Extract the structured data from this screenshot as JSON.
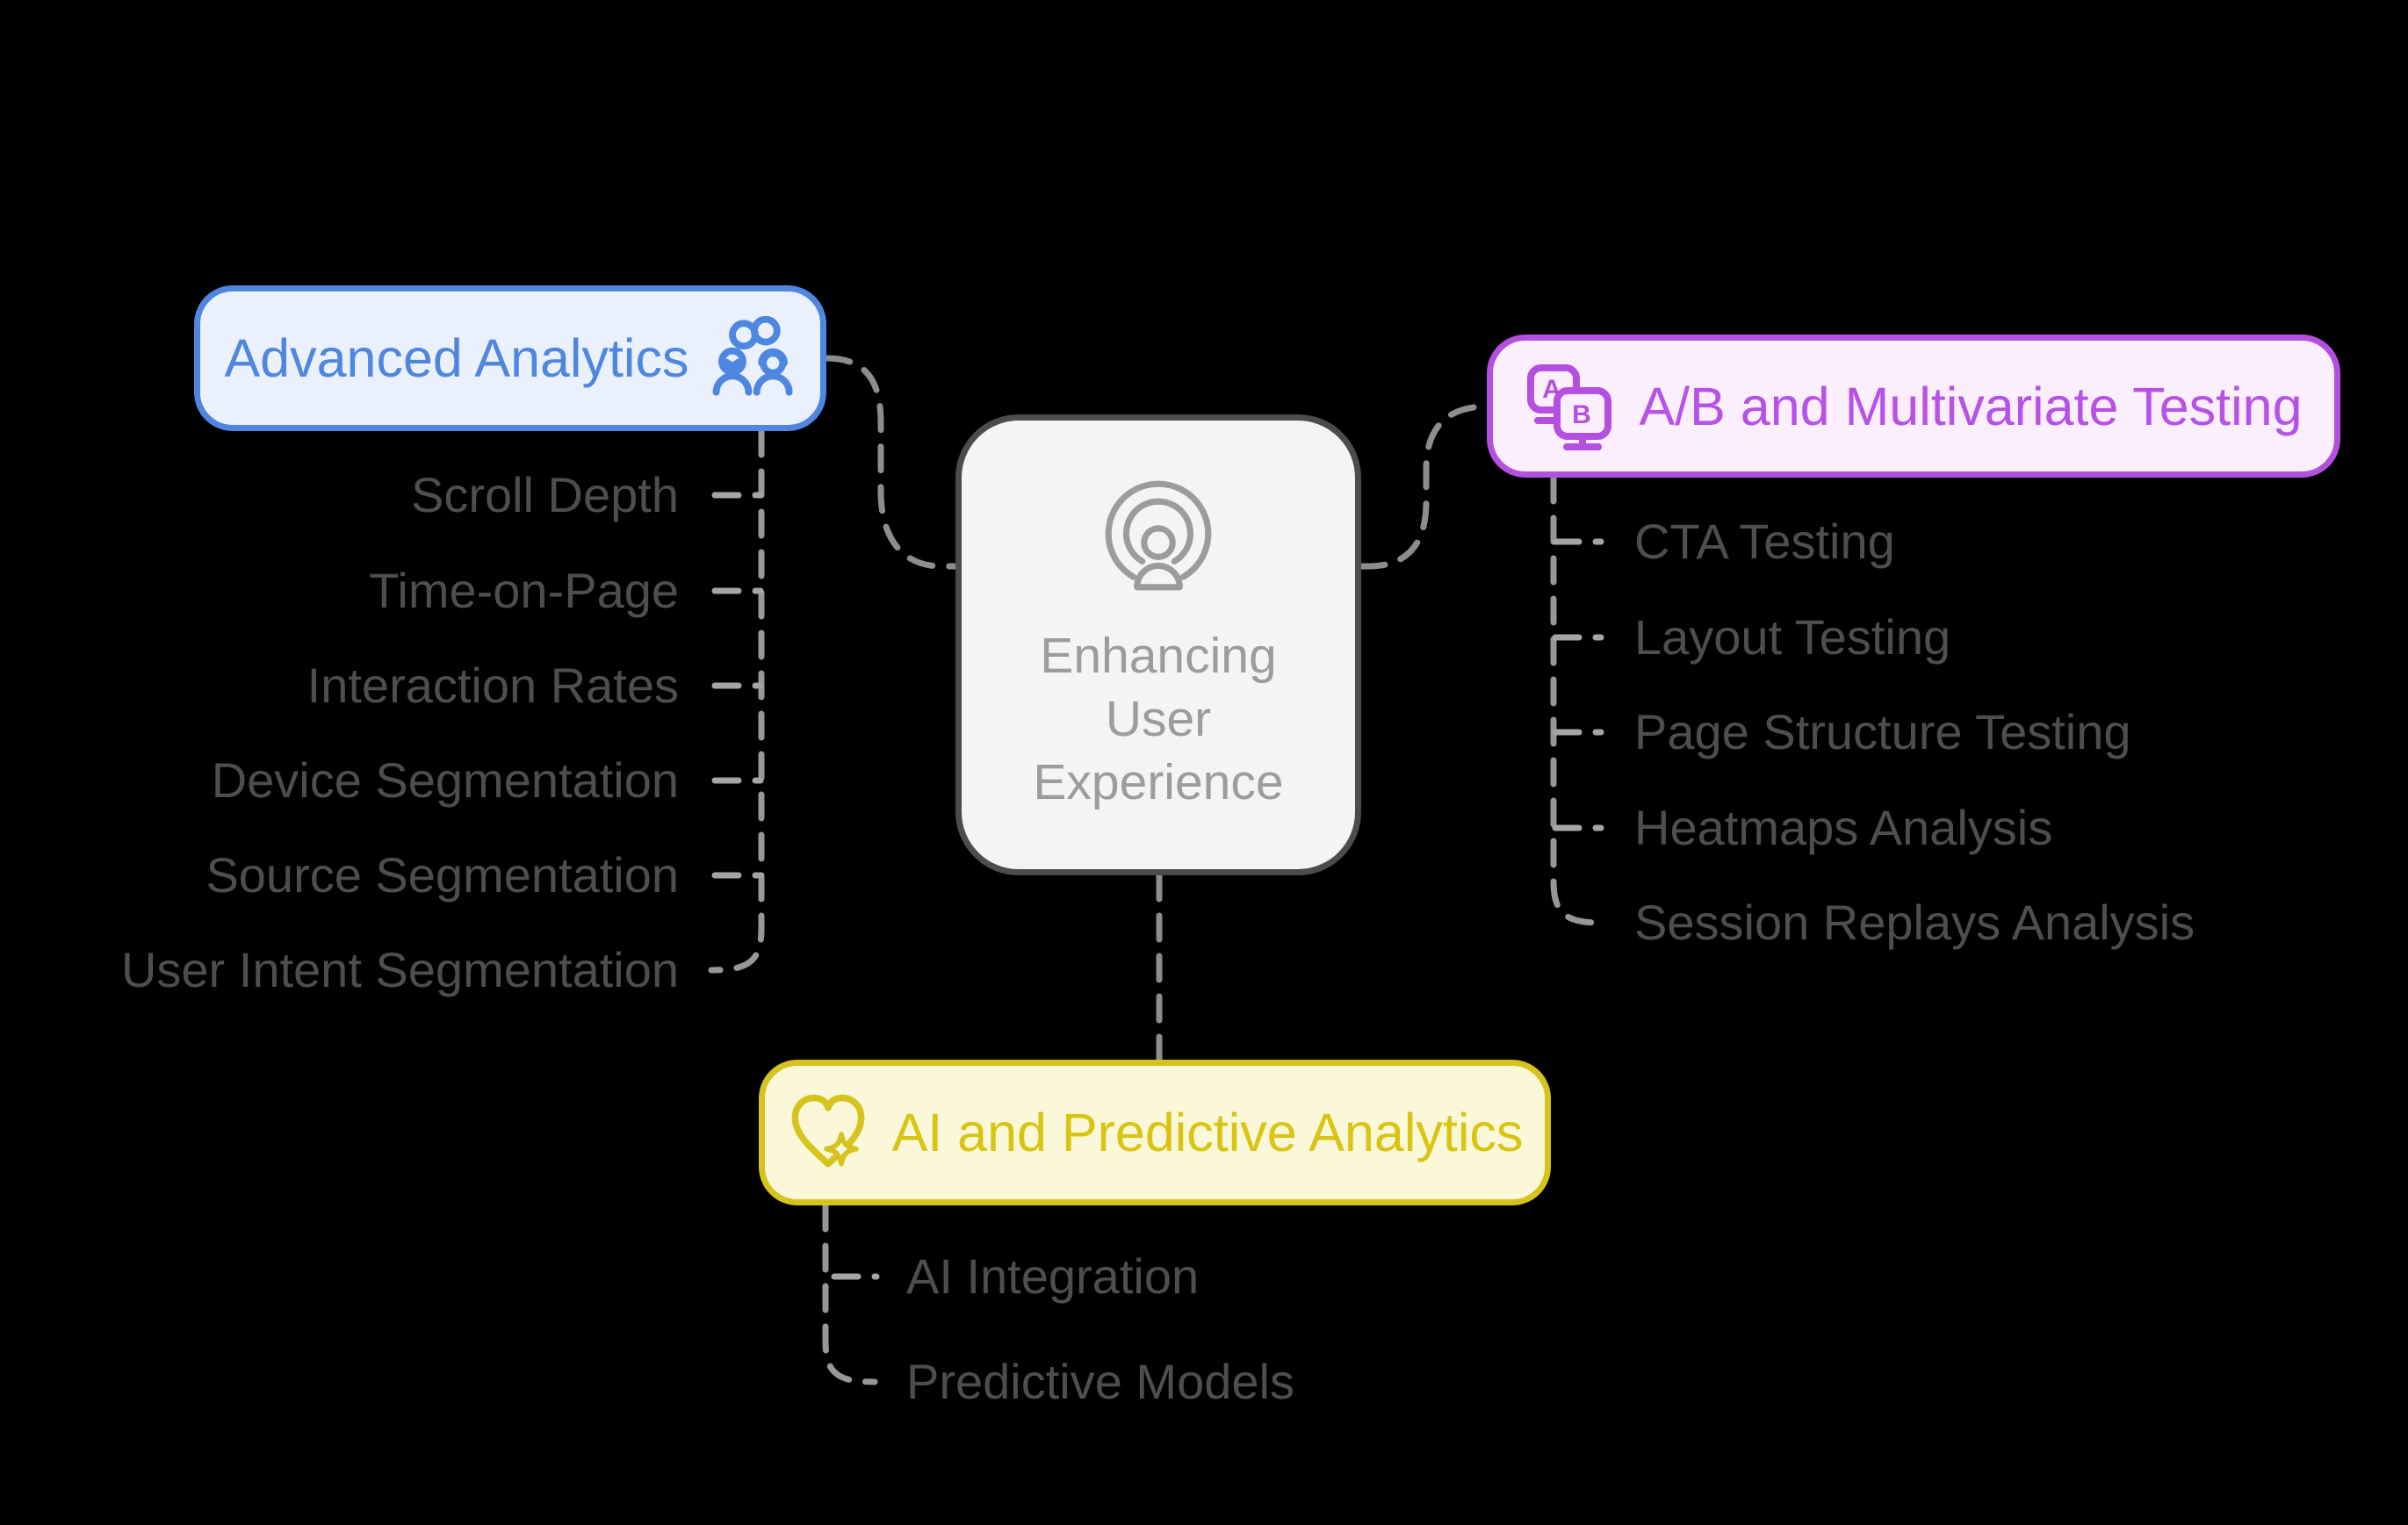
{
  "background_color": "#000000",
  "center_node": {
    "label": "Enhancing User Experience",
    "icon": "broadcast-person-icon",
    "fill_color": "#f4f4f4",
    "border_color": "#4c4c4c",
    "text_color": "#9c9c9c"
  },
  "branches": {
    "advanced_analytics": {
      "label": "Advanced Analytics",
      "icon": "linked-users-icon",
      "accent_color": "#4e86e0",
      "fill_color": "#eaf1fd",
      "items": [
        "Scroll Depth",
        "Time-on-Page",
        "Interaction Rates",
        "Device Segmentation",
        "Source Segmentation",
        "User Intent Segmentation"
      ]
    },
    "ab_testing": {
      "label": "A/B and Multivariate Testing",
      "icon": "ab-screens-icon",
      "icon_letter_a": "A",
      "icon_letter_b": "B",
      "accent_color": "#b44fe0",
      "fill_color": "#fbeffe",
      "items": [
        "CTA Testing",
        "Layout Testing",
        "Page Structure Testing",
        "Heatmaps Analysis",
        "Session Replays Analysis"
      ]
    },
    "ai_predictive": {
      "label": "AI and Predictive Analytics",
      "icon": "sparkle-heart-icon",
      "accent_color": "#d9c411",
      "fill_color": "#fbf8d9",
      "items": [
        "AI Integration",
        "Predictive Models"
      ]
    }
  },
  "connector_colors": {
    "main": "#8d8d8d",
    "spine": "#979797",
    "leaf_dash": "#a5a5a5"
  },
  "leaf_text_color": "#4e4e4e"
}
